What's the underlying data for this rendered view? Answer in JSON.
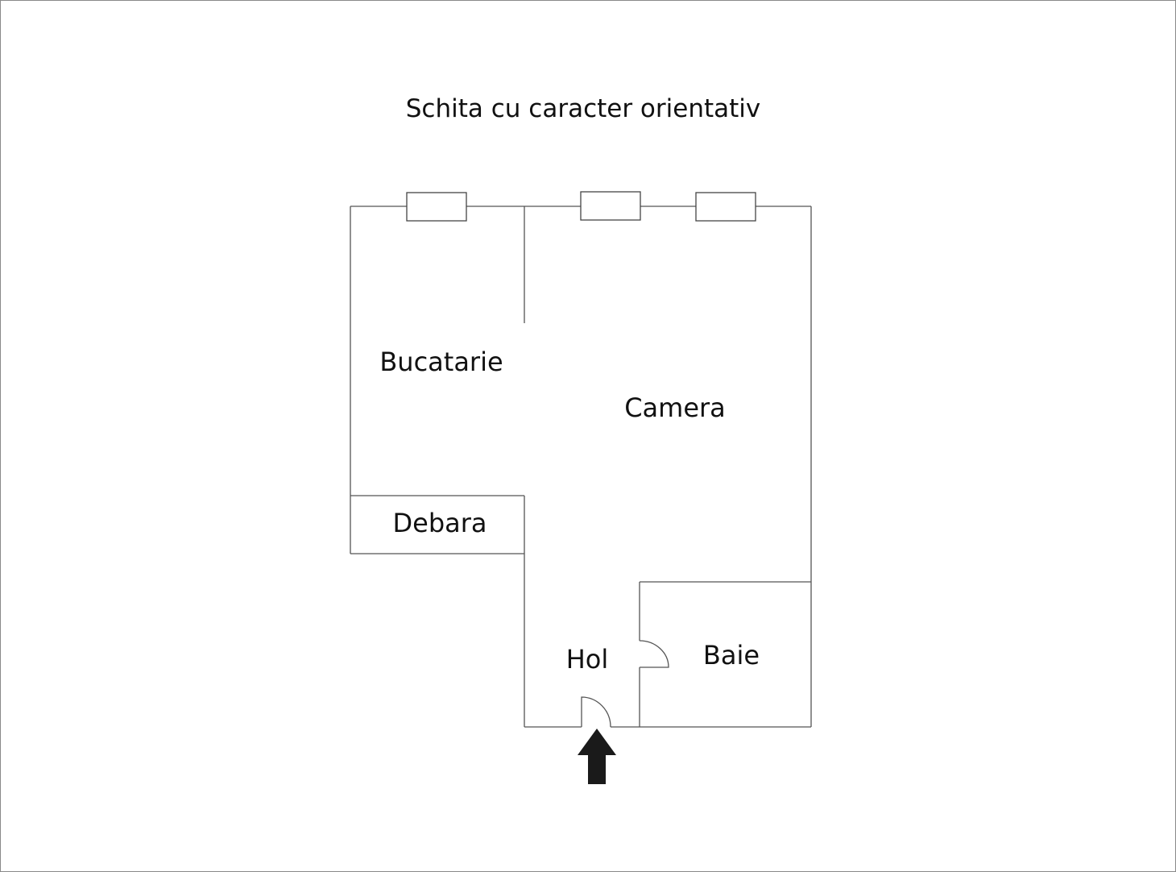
{
  "title": "Schita cu caracter orientativ",
  "rooms": {
    "kitchen": "Bucatarie",
    "room": "Camera",
    "storage": "Debara",
    "hall": "Hol",
    "bath": "Baie"
  },
  "icons": {
    "entrance": "entrance-arrow-icon"
  }
}
